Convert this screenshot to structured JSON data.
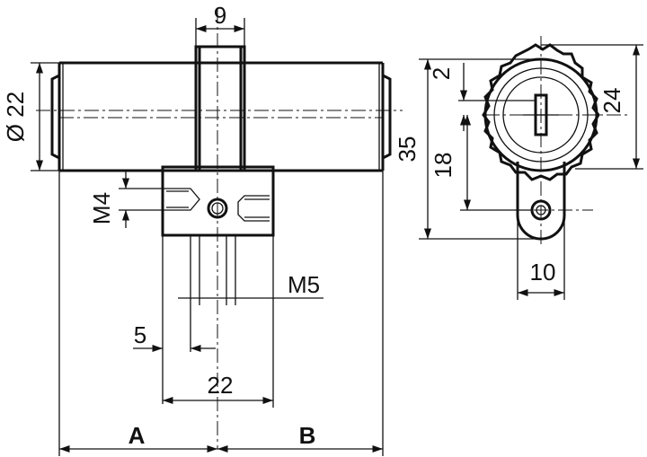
{
  "diagram": {
    "front_view": {
      "top_width": "9",
      "diameter": "Ø 22",
      "thread_left": "M4",
      "thread_right": "M5",
      "offset": "5",
      "flange_width": "22",
      "length_a": "A",
      "length_b": "B"
    },
    "side_view": {
      "gap": "2",
      "height_total": "35",
      "center_offset": "18",
      "wheel_diameter": "24",
      "cam_width": "10"
    }
  }
}
